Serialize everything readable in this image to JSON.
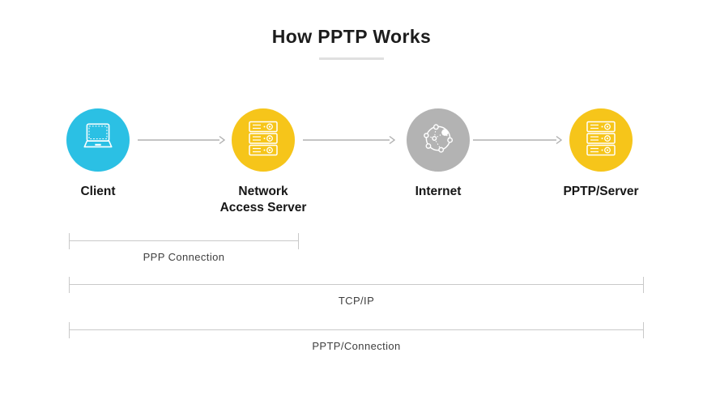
{
  "title": "How PPTP Works",
  "diagram": {
    "nodes": [
      {
        "name": "client",
        "icon": "laptop-icon",
        "color": "#2bc0e4",
        "label_lines": [
          "Client"
        ]
      },
      {
        "name": "network-access-server",
        "icon": "server-icon",
        "color": "#f6c51a",
        "label_lines": [
          "Network",
          "Access Server"
        ]
      },
      {
        "name": "internet",
        "icon": "globe-network-icon",
        "color": "#b3b3b3",
        "label_lines": [
          "Internet"
        ]
      },
      {
        "name": "pptp-server",
        "icon": "server-icon",
        "color": "#f6c51a",
        "label_lines": [
          "PPTP/Server"
        ]
      }
    ],
    "connections": [
      {
        "from": "client",
        "to": "network-access-server"
      },
      {
        "from": "network-access-server",
        "to": "internet"
      },
      {
        "from": "internet",
        "to": "pptp-server"
      }
    ],
    "spans": [
      {
        "label": "PPP Connection",
        "from": "client",
        "to": "network-access-server"
      },
      {
        "label": "TCP/IP",
        "from": "client",
        "to": "pptp-server"
      },
      {
        "label": "PPTP/Connection",
        "from": "client",
        "to": "pptp-server"
      }
    ]
  },
  "colors": {
    "client_circle": "#2bc0e4",
    "server_circle": "#f6c51a",
    "internet_circle": "#b3b3b3",
    "arrow": "#b0b0b0",
    "bracket_line": "#c9c9c9",
    "title_underline": "#e0e0e0",
    "heading_text": "#1c1c1c",
    "bracket_text": "#3e3e3e"
  }
}
